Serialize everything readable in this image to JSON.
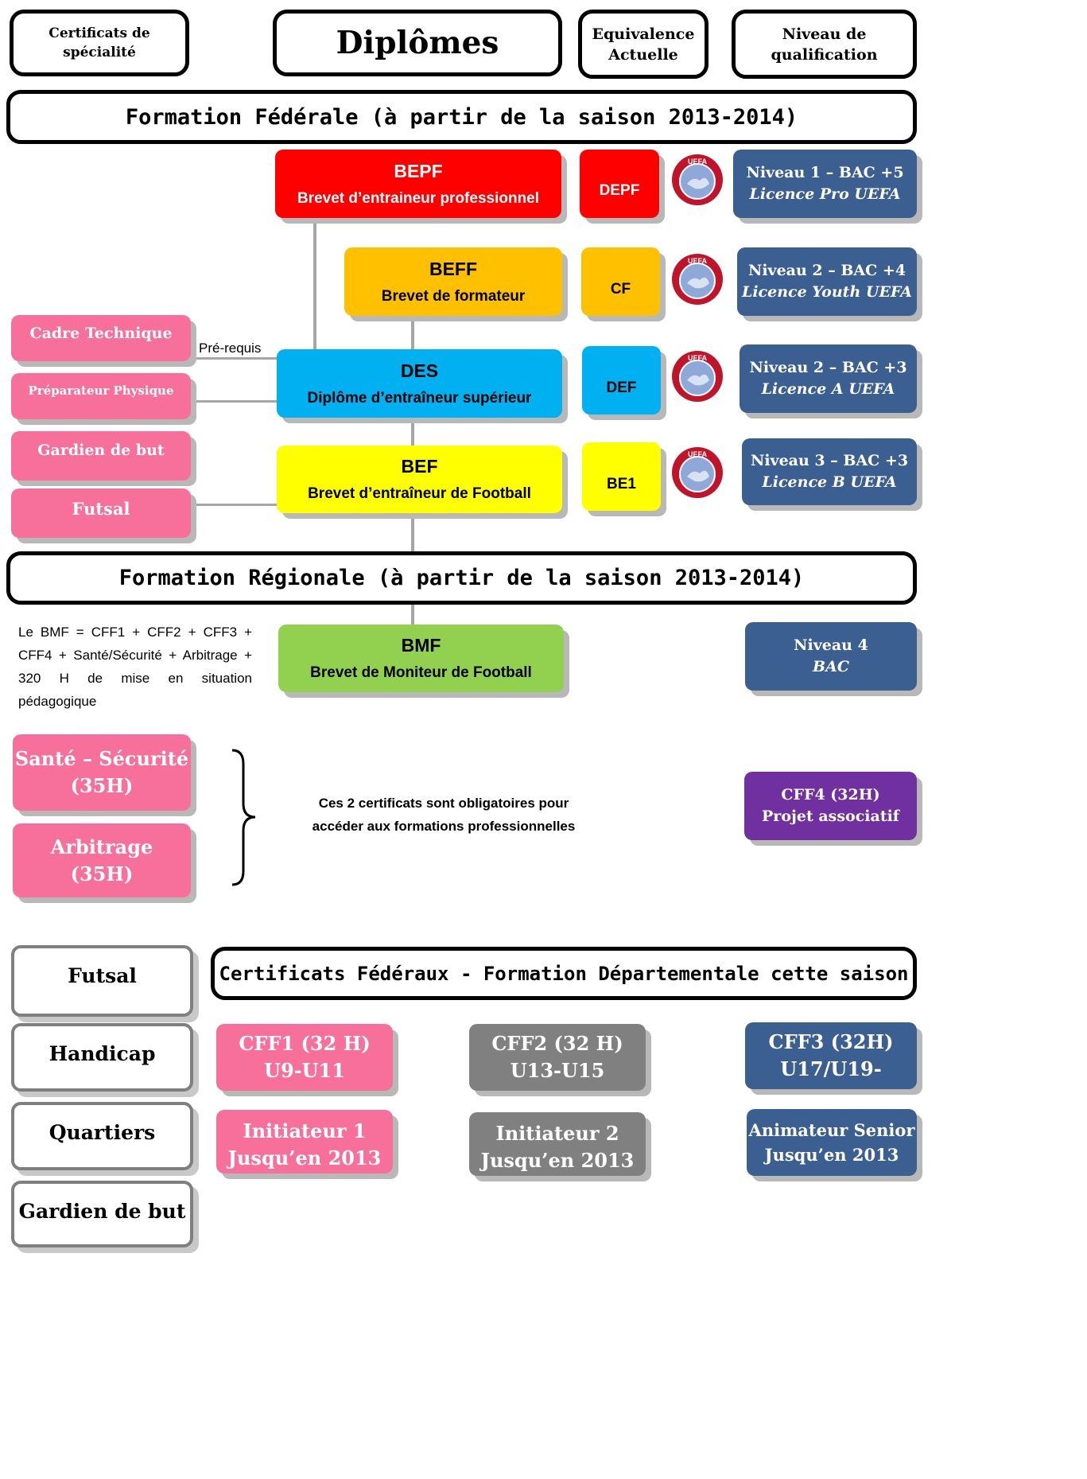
{
  "header": {
    "certificats": "Certificats de spécialité",
    "diplomes": "Diplômes",
    "equivalence": "Equivalence Actuelle",
    "niveau": "Niveau de qualification"
  },
  "banners": {
    "federale": "Formation Fédérale (à partir de la saison 2013-2014)",
    "regionale": "Formation Régionale (à partir de la saison 2013-2014)",
    "departementale": "Certificats Fédéraux - Formation Départementale cette saison"
  },
  "diplomas": {
    "bepf": {
      "code": "BEPF",
      "name": "Brevet d’entraineur professionnel",
      "equiv": "DEPF",
      "level": "Niveau 1 – BAC +5",
      "licence": "Licence Pro UEFA"
    },
    "beff": {
      "code": "BEFF",
      "name": "Brevet de formateur",
      "equiv": "CF",
      "level": "Niveau 2 – BAC +4",
      "licence": "Licence Youth UEFA"
    },
    "des": {
      "code": "DES",
      "name": "Diplôme d’entraîneur supérieur",
      "equiv": "DEF",
      "level": "Niveau 2 – BAC +3",
      "licence": "Licence A UEFA"
    },
    "bef": {
      "code": "BEF",
      "name": "Brevet d’entraîneur de Football",
      "equiv": "BE1",
      "level": "Niveau 3 – BAC +3",
      "licence": "Licence B UEFA"
    },
    "bmf": {
      "code": "BMF",
      "name": "Brevet de Moniteur de Football",
      "level": "Niveau 4",
      "licence": "BAC"
    }
  },
  "uefa_logo_text": "UEFA",
  "specialty": {
    "cadre": "Cadre Technique",
    "prepa": "Préparateur Physique",
    "gardien": "Gardien de but",
    "futsal": "Futsal",
    "prerequis": "Pré-requis"
  },
  "bmf_note": "Le BMF = CFF1 + CFF2 + CFF3 + CFF4 + Santé/Sécurité + Arbitrage + 320 H de mise en situation pédagogique",
  "mandatory": {
    "sante_1": "Santé – Sécurité",
    "sante_2": "(35H)",
    "arbitrage_1": "Arbitrage",
    "arbitrage_2": "(35H)",
    "note": "Ces 2 certificats sont obligatoires pour accéder aux formations professionnelles"
  },
  "cff4": {
    "line1": "CFF4 (32H)",
    "line2": "Projet associatif"
  },
  "dept_left": {
    "futsal": "Futsal",
    "handicap": "Handicap",
    "quartiers": "Quartiers",
    "gardien": "Gardien de but"
  },
  "cff": {
    "cff1_1": "CFF1 (32 H)",
    "cff1_2": "U9-U11",
    "cff2_1": "CFF2 (32 H)",
    "cff2_2": "U13-U15",
    "cff3_1": "CFF3 (32H)",
    "cff3_2": "U17/U19-",
    "init1_1": "Initiateur 1",
    "init1_2": "Jusqu’en 2013",
    "init2_1": "Initiateur 2",
    "init2_2": "Jusqu’en 2013",
    "anim_1": "Animateur Senior",
    "anim_2": "Jusqu’en 2013"
  },
  "colors": {
    "bepf": "#ff0000",
    "beff": "#ffc000",
    "des": "#00b0f0",
    "bef": "#ffff00",
    "bmf": "#92d050",
    "pink": "#f7709b",
    "level": "#3c5f91",
    "purple": "#7030a0",
    "grey": "#808080"
  }
}
